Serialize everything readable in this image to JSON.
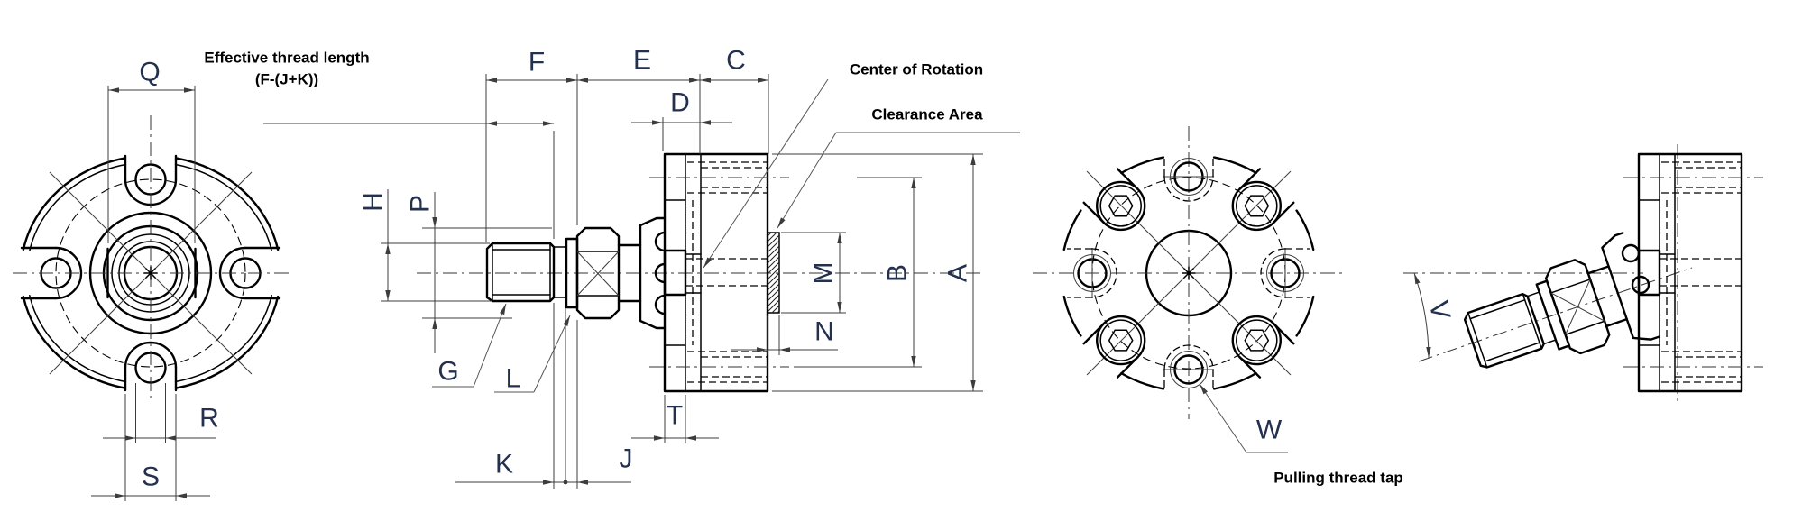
{
  "labels": {
    "A": "A",
    "B": "B",
    "C": "C",
    "D": "D",
    "E": "E",
    "F": "F",
    "G": "G",
    "H": "H",
    "J": "J",
    "K": "K",
    "L": "L",
    "M": "M",
    "N": "N",
    "P": "P",
    "Q": "Q",
    "R": "R",
    "S": "S",
    "T": "T",
    "V": "V",
    "W": "W"
  },
  "annotations": {
    "effective_thread_line1": "Effective thread length",
    "effective_thread_line2": "(F-(J+K))",
    "center_of_rotation": "Center of Rotation",
    "clearance_area": "Clearance Area",
    "pulling_thread_tap": "Pulling thread tap"
  },
  "colors": {
    "outline": "#000000",
    "thin": "#3c3c3c",
    "dim": "#23304e",
    "anno": "#000000",
    "leader": "#555555",
    "bg": "#ffffff"
  }
}
